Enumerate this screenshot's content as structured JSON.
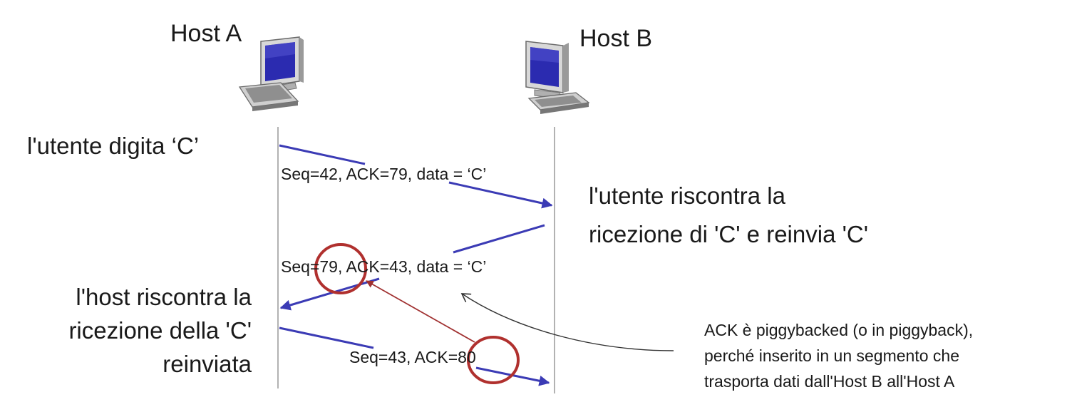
{
  "hosts": {
    "a_label": "Host A",
    "b_label": "Host B"
  },
  "events": {
    "user_types": "l'utente digita ‘C’",
    "b_receives_line1": "l'utente riscontra la",
    "b_receives_line2": "ricezione di 'C' e reinvia 'C'",
    "a_ack_line1": "l'host riscontra la",
    "a_ack_line2": "ricezione della 'C'",
    "a_ack_line3": "reinviata"
  },
  "segments": {
    "seg1": "Seq=42, ACK=79, data = ‘C’",
    "seg2": "Seq=79, ACK=43, data = ‘C’",
    "seg3": "Seq=43, ACK=80"
  },
  "annotation": {
    "line1": "ACK è piggybacked (o in piggyback),",
    "line2": "perché inserito in un segmento che",
    "line3": "trasporta dati dall'Host B all'Host A"
  },
  "colors": {
    "message_arrow": "#3b3bb5",
    "highlight_circle": "#b0302e",
    "timeline": "#888888",
    "callout": "#333333"
  },
  "icons": [
    "desktop-computer-icon",
    "desktop-computer-icon"
  ]
}
